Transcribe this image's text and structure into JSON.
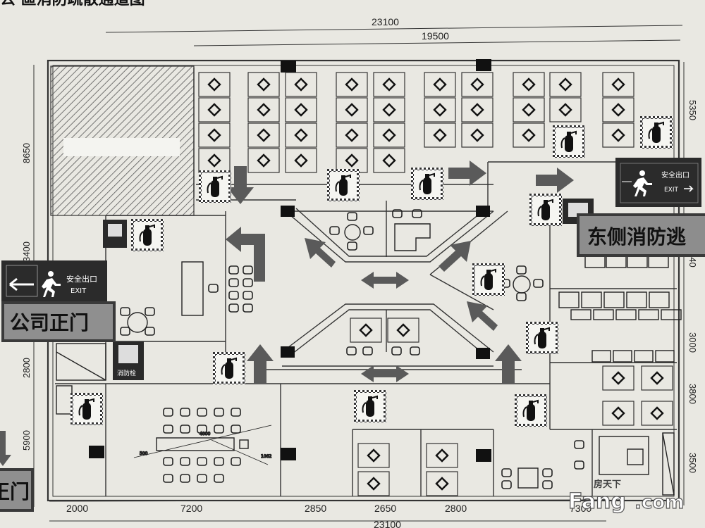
{
  "header_fragment": "公 區消防疏散通道图",
  "dimensions": {
    "top_total": "23100",
    "top_inner": "19500",
    "bottom_segments": [
      "2000",
      "7200",
      "2850",
      "2650",
      "2800",
      "7300"
    ],
    "bottom_total": "23100",
    "left_segments": [
      "8650",
      "3400",
      "2800",
      "5900"
    ],
    "right_segments": [
      "5350",
      "540",
      "3000",
      "3800",
      "3500"
    ],
    "meeting_room_notes": [
      "4000",
      "1062",
      "500"
    ]
  },
  "signs": {
    "left_exit": {
      "cn": "安全出口",
      "en": "EXIT"
    },
    "right_exit": {
      "cn": "安全出口",
      "en": "EXIT"
    },
    "hydrant": "消防栓"
  },
  "labels": {
    "main_entrance": "公司正门",
    "east_escape": "东侧消防逃",
    "left_cut_label": "正门"
  },
  "watermark": {
    "cn": "房天下",
    "brand": "Fang",
    "suffix": ".com"
  }
}
